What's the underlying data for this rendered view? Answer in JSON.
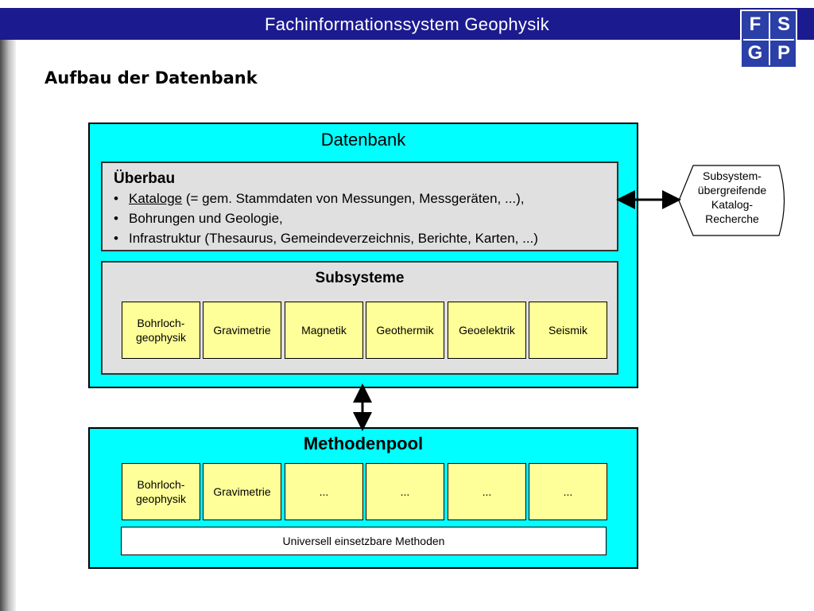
{
  "header": {
    "title": "Fachinformationssystem Geophysik",
    "logo": [
      "F",
      "S",
      "G",
      "P"
    ]
  },
  "page_title": "Aufbau der Datenbank",
  "datenbank": {
    "title": "Datenbank",
    "ueberbau": {
      "title": "Überbau",
      "items": [
        {
          "bullet": "•",
          "underlined": "Kataloge",
          "rest": " (= gem. Stammdaten von Messungen, Messgeräten, ...),"
        },
        {
          "bullet": "•",
          "underlined": "",
          "rest": "Bohrungen und Geologie,"
        },
        {
          "bullet": "•",
          "underlined": "",
          "rest": "Infrastruktur (Thesaurus, Gemeindeverzeichnis, Berichte, Karten, ...)"
        }
      ]
    },
    "subsysteme": {
      "title": "Subsysteme",
      "boxes": [
        "Bohrloch-\ngeophysik",
        "Gravimetrie",
        "Magnetik",
        "Geothermik",
        "Geoelektrik",
        "Seismik"
      ]
    }
  },
  "methodenpool": {
    "title": "Methodenpool",
    "boxes": [
      "Bohrloch-\ngeophysik",
      "Gravimetrie",
      "...",
      "...",
      "...",
      "..."
    ],
    "universal": "Universell einsetzbare Methoden"
  },
  "callout": "Subsystem-\nübergreifende\nKatalog-\nRecherche",
  "colors": {
    "header_bg": "#1c1a8f",
    "container_bg": "#00ffff",
    "panel_bg": "#e0e0e0",
    "box_bg": "#ffff99"
  }
}
